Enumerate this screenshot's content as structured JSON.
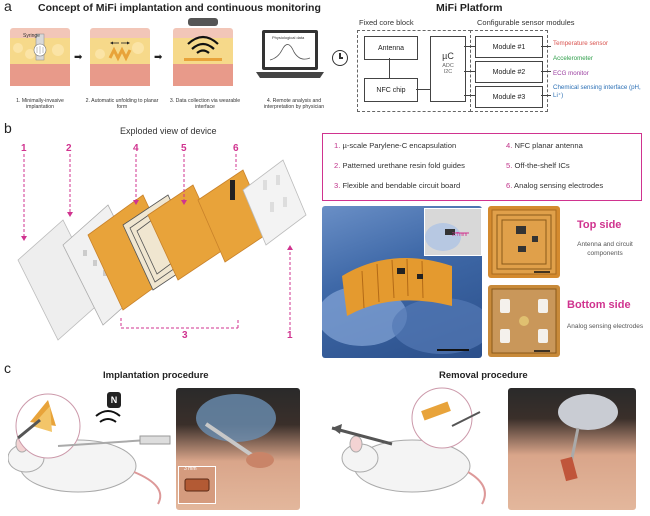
{
  "panel_a": {
    "letter": "a",
    "title_left": "Concept of MiFi implantation and continuous monitoring",
    "title_right": "MiFi Platform",
    "syringe_label": "Syringe",
    "steps": [
      "1. Minimally-invasive implantation",
      "2. Automatic unfolding to planar form",
      "3. Data collection via wearable interface",
      "4. Remote analysis and interpretation by physician"
    ],
    "laptop_screen": "Physiological data",
    "core_block_title": "Fixed core block",
    "modules_title": "Configurable sensor modules",
    "antenna": "Antenna",
    "nfc_chip": "NFC chip",
    "uc": "µC",
    "adc": "ADC",
    "i2c": "I2C",
    "modules": [
      "Module #1",
      "Module #2",
      "Module #3"
    ],
    "sensors": [
      {
        "label": "Temperature sensor",
        "color": "#d9534f"
      },
      {
        "label": "Accelerometer",
        "color": "#2e9e4a"
      },
      {
        "label": "ECG monitor",
        "color": "#9b3fa0"
      },
      {
        "label": "Chemical sensing interface (pH, Li⁺)",
        "color": "#2a6fb5"
      }
    ]
  },
  "panel_b": {
    "letter": "b",
    "title": "Exploded view of device",
    "layer_numbers": [
      "1",
      "2",
      "4",
      "5",
      "6",
      "3",
      "1"
    ],
    "legend": [
      {
        "num": "1.",
        "text": "µ-scale Parylene-C encapsulation"
      },
      {
        "num": "2.",
        "text": "Patterned urethane resin fold guides"
      },
      {
        "num": "3.",
        "text": "Flexible and bendable circuit board"
      },
      {
        "num": "4.",
        "text": "NFC planar antenna"
      },
      {
        "num": "5.",
        "text": "Off-the-shelf ICs"
      },
      {
        "num": "6.",
        "text": "Analog sensing electrodes"
      }
    ],
    "inset_label": "2.7mm",
    "top_side_title": "Top side",
    "top_side_desc": "Antenna and circuit components",
    "bottom_side_title": "Bottom side",
    "bottom_side_desc": "Analog sensing electrodes"
  },
  "panel_c": {
    "letter": "c",
    "implant_title": "Implantation procedure",
    "removal_title": "Removal procedure",
    "inset_label": "3 mm"
  },
  "colors": {
    "accent": "#d0338f",
    "flex_pcb": "#e8a33a",
    "tissue_pink": "#f2c6b8",
    "fat_yellow": "#f6d98a"
  }
}
